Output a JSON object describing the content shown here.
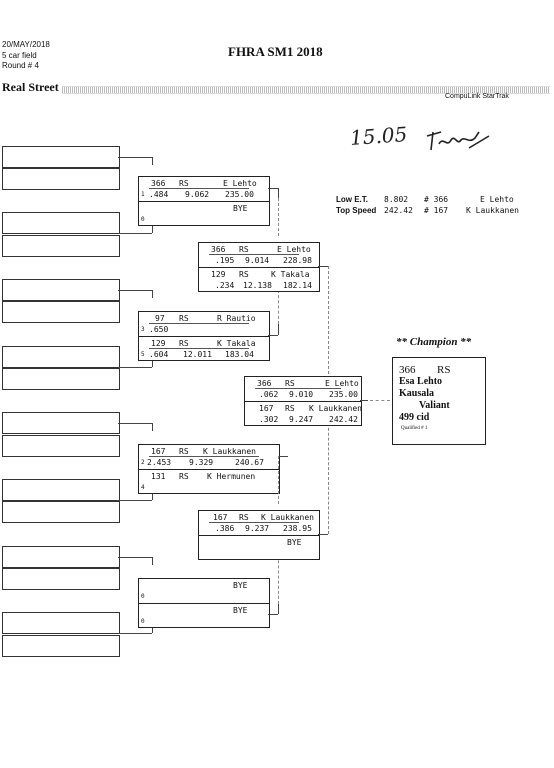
{
  "header": {
    "date": "20/MAY/2018",
    "field": "5 car field",
    "round": "Round # 4",
    "title": "FHRA SM1 2018",
    "class": "Real Street",
    "brand": "CompuLink StarTrak",
    "handwriting": "15.05"
  },
  "stats": {
    "low_et_label": "Low E.T.",
    "low_et_value": "8.802",
    "low_et_car": "# 366",
    "low_et_driver": "E Lehto",
    "top_speed_label": "Top Speed",
    "top_speed_value": "242.42",
    "top_speed_car": "# 167",
    "top_speed_driver": "K Laukkanen"
  },
  "round1": {
    "race1": {
      "a": {
        "car": "366",
        "cls": "RS",
        "driver": "E Lehto",
        "qual": "1",
        "rt": ".484",
        "et": "9.062",
        "mph": "235.00"
      },
      "b": {
        "qual": "0",
        "bye": "BYE"
      }
    },
    "race2": {
      "a": {
        "car": "97",
        "cls": "RS",
        "driver": "R Rautio",
        "qual": "3",
        "rt": ".650"
      },
      "b": {
        "car": "129",
        "cls": "RS",
        "driver": "K Takala",
        "qual": "5",
        "rt": ".604",
        "et": "12.011",
        "mph": "183.04"
      }
    },
    "race3": {
      "a": {
        "car": "167",
        "cls": "RS",
        "driver": "K Laukkanen",
        "qual": "2",
        "rt": "2.453",
        "et": "9.329",
        "mph": "240.67"
      },
      "b": {
        "car": "131",
        "cls": "RS",
        "driver": "K Hermunen",
        "qual": "4"
      }
    },
    "race4": {
      "a": {
        "qual": "0",
        "bye": "BYE"
      },
      "b": {
        "qual": "0",
        "bye": "BYE"
      }
    }
  },
  "semi": {
    "race1": {
      "a": {
        "car": "366",
        "cls": "RS",
        "driver": "E Lehto",
        "rt": ".195",
        "et": "9.014",
        "mph": "228.98"
      },
      "b": {
        "car": "129",
        "cls": "RS",
        "driver": "K Takala",
        "rt": ".234",
        "et": "12.138",
        "mph": "182.14"
      }
    },
    "race2": {
      "a": {
        "car": "167",
        "cls": "RS",
        "driver": "K Laukkanen",
        "rt": ".386",
        "et": "9.237",
        "mph": "238.95"
      },
      "b": {
        "bye": "BYE"
      }
    }
  },
  "final": {
    "a": {
      "car": "366",
      "cls": "RS",
      "driver": "E Lehto",
      "rt": ".062",
      "et": "9.010",
      "mph": "235.00"
    },
    "b": {
      "car": "167",
      "cls": "RS",
      "driver": "K Laukkanen",
      "rt": ".302",
      "et": "9.247",
      "mph": "242.42"
    }
  },
  "champion": {
    "heading": "** Champion **",
    "car": "366",
    "cls": "RS",
    "driver": "Esa Lehto",
    "town": "Kausala",
    "vehicle": "Valiant",
    "engine": "499 cid",
    "qualified": "Qualified # 1"
  }
}
